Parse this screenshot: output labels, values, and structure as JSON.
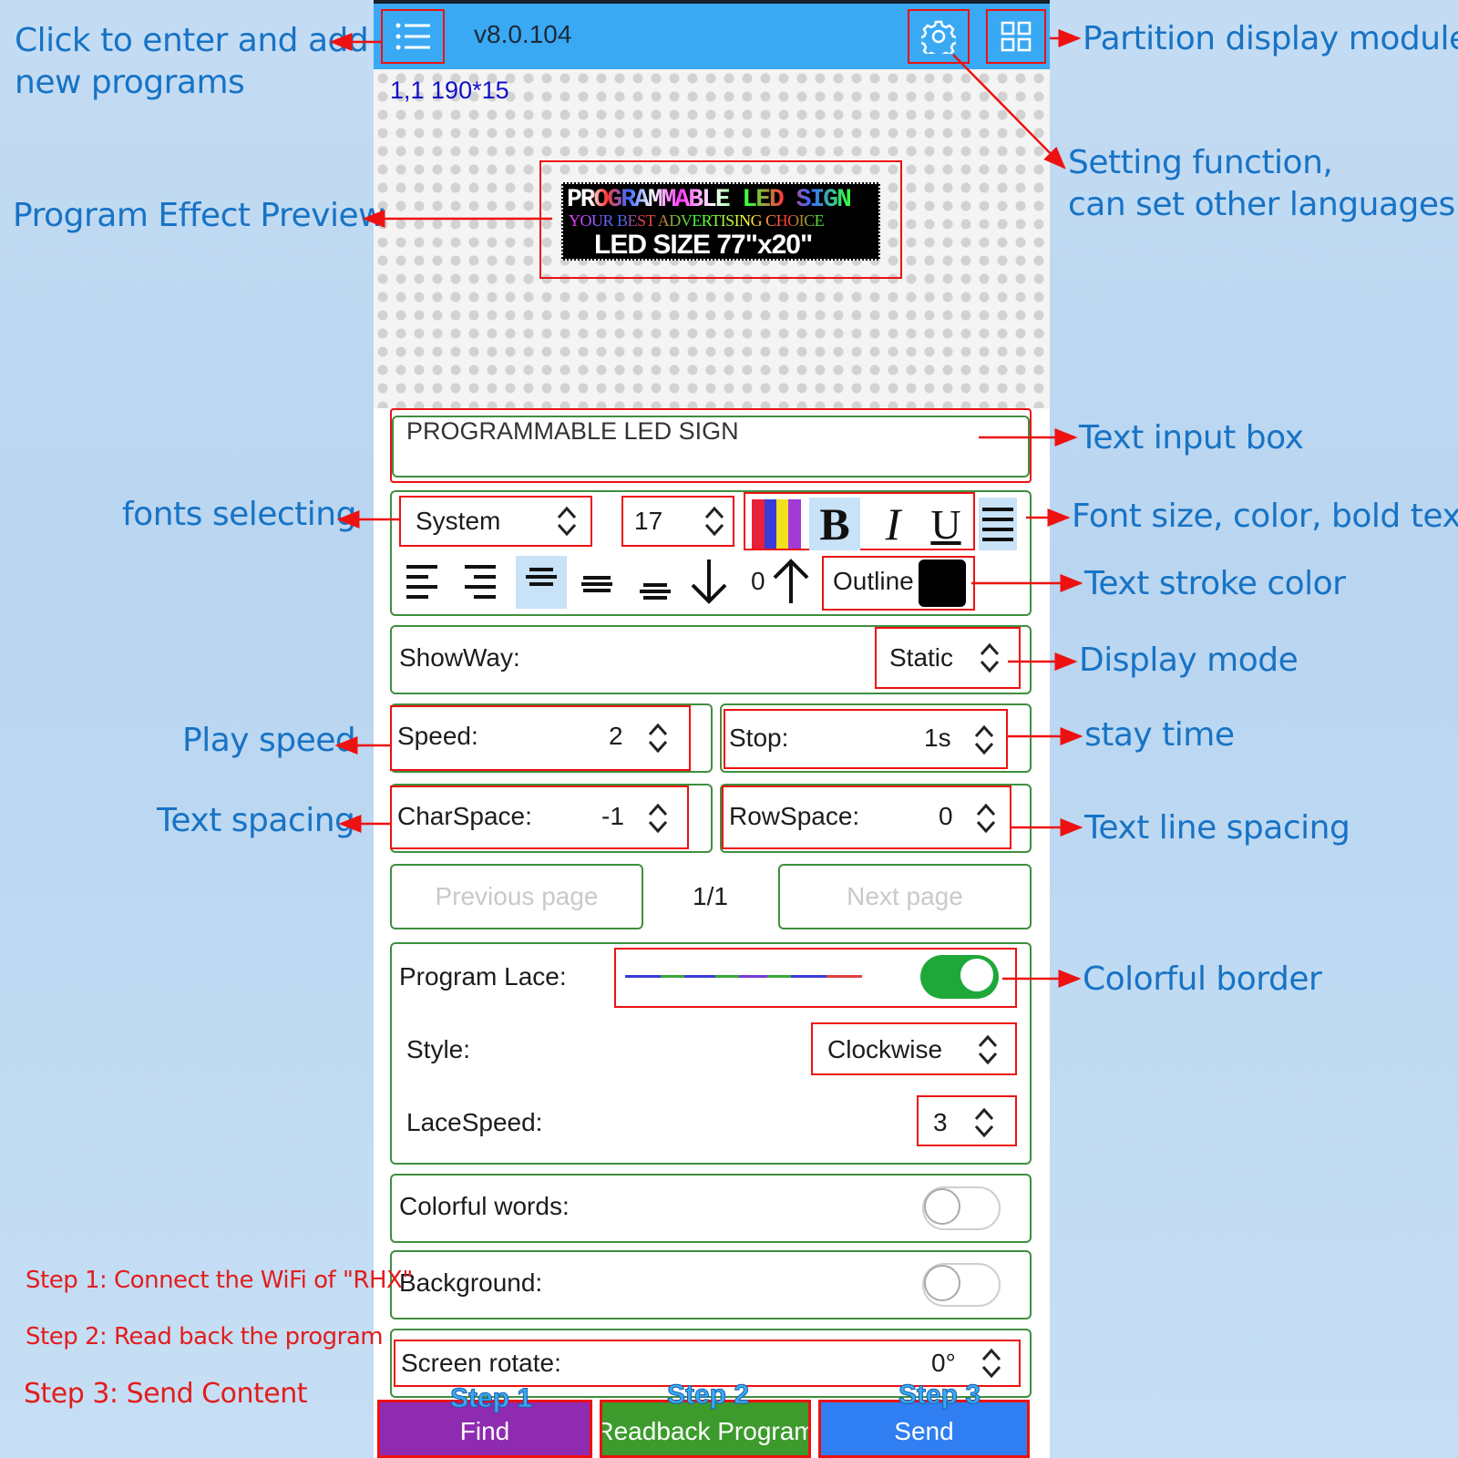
{
  "topbar": {
    "menu_icon": "list-icon",
    "version": "v8.0.104",
    "settings_icon": "gear-icon",
    "partition_icon": "grid-icon",
    "color": "#3aa9f4"
  },
  "preview": {
    "coord": "1,1 190*15",
    "led_line1": "PROGRAMMABLE LED SIGN",
    "led_line2": "YOUR BEST ADVERTISING CHOICE",
    "led_line3": "LED SIZE 77\"x20\""
  },
  "text_input": {
    "value": "PROGRAMMABLE LED SIGN"
  },
  "format": {
    "font": "System",
    "size": "17",
    "bold": "B",
    "italic": "I",
    "underline": "U",
    "offset": "0",
    "outline_label": "Outline",
    "outline_color": "#000000",
    "active_align": "align-center"
  },
  "showway": {
    "label": "ShowWay:",
    "value": "Static"
  },
  "speed": {
    "label": "Speed:",
    "value": "2"
  },
  "stop": {
    "label": "Stop:",
    "value": "1s"
  },
  "charspace": {
    "label": "CharSpace:",
    "value": "-1"
  },
  "rowspace": {
    "label": "RowSpace:",
    "value": "0"
  },
  "pager": {
    "prev": "Previous page",
    "page": "1/1",
    "next": "Next page"
  },
  "lace": {
    "label": "Program Lace:",
    "enabled": true,
    "style_label": "Style:",
    "style_value": "Clockwise",
    "speed_label": "LaceSpeed:",
    "speed_value": "3"
  },
  "colorful_words": {
    "label": "Colorful words:",
    "enabled": false
  },
  "background": {
    "label": "Background:",
    "enabled": false
  },
  "rotate": {
    "label": "Screen rotate:",
    "value": "0°"
  },
  "bottom": {
    "find": "Find",
    "readback": "Readback Program",
    "send": "Send",
    "step1": "Step 1",
    "step2": "Step 2",
    "step3": "Step 3",
    "find_color": "#8e2bb0",
    "readback_color": "#3c9b2c",
    "send_color": "#2f7ef2"
  },
  "annotations": {
    "menu_line1": "Click to enter and add",
    "menu_line2": "new programs",
    "partition": "Partition display module",
    "settings_line1": "Setting function,",
    "settings_line2": "can set other languages",
    "preview": "Program Effect Preview",
    "text_input": "Text input box",
    "fonts": "fonts selecting",
    "font_size": "Font size, color, bold text",
    "stroke": "Text stroke color",
    "display_mode": "Display mode",
    "play_speed": "Play speed",
    "stay_time": "stay time",
    "text_spacing": "Text spacing",
    "line_spacing": "Text line spacing",
    "colorful_border": "Colorful border"
  },
  "steps": {
    "s1": "Step 1: Connect the WiFi of \"RHX\"",
    "s2": "Step 2: Read back the program",
    "s3": "Step 3: Send Content"
  }
}
